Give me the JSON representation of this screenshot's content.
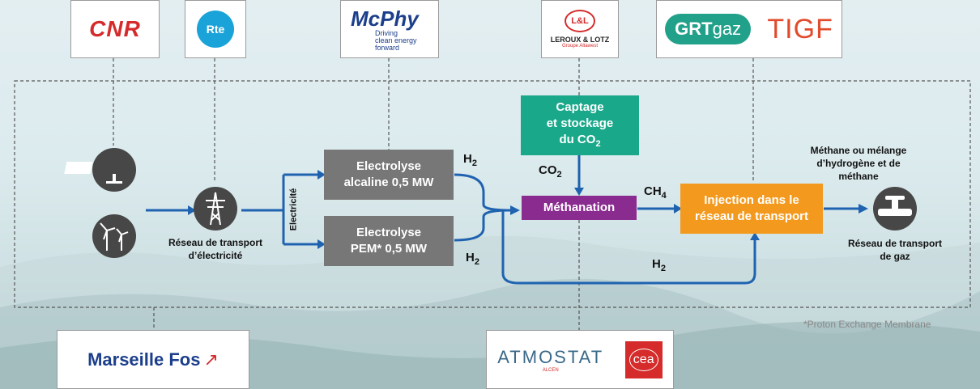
{
  "logos": {
    "cnr": "CNR",
    "rte": "Rte",
    "mcphy": {
      "name": "McPhy",
      "tagline": [
        "Driving",
        "clean energy",
        "forward"
      ]
    },
    "leroux": {
      "badge": "L&L",
      "name": "LEROUX & LOTZ",
      "sub": "Groupe Altawest"
    },
    "grtgaz": {
      "grt": "GRT",
      "gaz": "gaz"
    },
    "tigf": "TIGF",
    "marseille": "Marseille Fos",
    "atmostat": {
      "name": "ATMOSTAT",
      "sub": "ALCEN"
    },
    "cea": "cea"
  },
  "process": {
    "electrolyse_alcaline": [
      "Electrolyse",
      "alcaline 0,5 MW"
    ],
    "electrolyse_pem": [
      "Electrolyse",
      "PEM* 0,5 MW"
    ],
    "captage": [
      "Captage",
      "et stockage",
      "du CO"
    ],
    "captage_sub": "2",
    "methanation": "Méthanation",
    "injection": [
      "Injection dans le",
      "réseau de transport"
    ]
  },
  "labels": {
    "reseau_electricite": [
      "Réseau de transport",
      "d’électricité"
    ],
    "electricite": "Electricité",
    "methane_melange": [
      "Méthane ou mélange",
      "d’hydrogène et de",
      "méthane"
    ],
    "reseau_gaz": [
      "Réseau de transport",
      "de gaz"
    ],
    "footnote": "*Proton Exchange Membrane"
  },
  "chem": {
    "h2_top": {
      "main": "H",
      "sub": "2"
    },
    "h2_mid": {
      "main": "H",
      "sub": "2"
    },
    "h2_bottom": {
      "main": "H",
      "sub": "2"
    },
    "co2": {
      "main": "CO",
      "sub": "2"
    },
    "ch4": {
      "main": "CH",
      "sub": "4"
    }
  },
  "colors": {
    "electrolyse": "#777777",
    "captage": "#1aa88a",
    "methanation": "#8a2b8f",
    "injection": "#f39a1e",
    "arrow": "#1f63b0"
  }
}
